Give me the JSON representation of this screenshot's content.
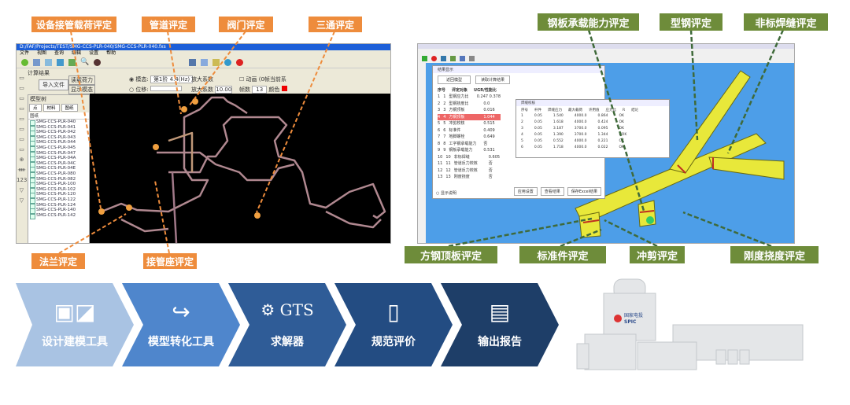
{
  "callouts_left": {
    "top": [
      "设备接管载荷评定",
      "管道评定",
      "阀门评定",
      "三通评定"
    ],
    "bottom": [
      "法兰评定",
      "接管座评定"
    ]
  },
  "callouts_right": {
    "top": [
      "钢板承载能力评定",
      "型钢评定",
      "非标焊缝评定"
    ],
    "bottom": [
      "方钢顶板评定",
      "标准件评定",
      "冲剪评定",
      "刚度挠度评定"
    ]
  },
  "left_app": {
    "title": "D:/FAF/Projects/TEST/SMG-CCS-PLR-040/SMG-CCS-PLR-040.fxs",
    "menu": [
      "文件",
      "视图",
      "查询",
      "编辑",
      "设置",
      "帮助"
    ],
    "panel_title": "计算结果",
    "import_btn": "导入文件",
    "btn_a": "读载荷力",
    "btn_b": "显示模态",
    "mode_label": "模态:",
    "mode_value": "第1阶 4.4(Hz)",
    "disp_label": "位移:",
    "scale_label": "放大系数",
    "scale_value": "10.00",
    "anim_label": "动画 (0帧当前系",
    "frames_label": "帧数",
    "frames_value": "13",
    "color_label": "颜色",
    "tree_title": "模型树",
    "tree_tabs": [
      "点",
      "材料",
      "图纸"
    ],
    "tree_header": "图纸",
    "drawings": [
      "SMG-CCS-PLR-040",
      "SMG-CCS-PLR-041",
      "SMG-CCS-PLR-042",
      "SMG-CCS-PLR-043",
      "SMG-CCS-PLR-044",
      "SMG-CCS-PLR-045",
      "SMG-CCS-PLR-047",
      "SMG-CCS-PLR-04A",
      "SMG-CCS-PLR-04C",
      "SMG-CCS-PLR-04E",
      "SMG-CCS-PLR-080",
      "SMG-CCS-PLR-082",
      "SMG-CCS-PLR-100",
      "SMG-CCS-PLR-102",
      "SMG-CCS-PLR-120",
      "SMG-CCS-PLR-122",
      "SMG-CCS-PLR-124",
      "SMG-CCS-PLR-140",
      "SMG-CCS-PLR-142"
    ],
    "side_num": "123"
  },
  "right_app": {
    "dialog_title": "结果显示",
    "dialog_btn1": "返回模型",
    "dialog_btn2": "读取计算结果",
    "table_header": [
      "序号",
      "评定对象",
      "UGR/性能比"
    ],
    "rows": [
      [
        "1",
        "1",
        "型钢应力比",
        "0.247 0.378"
      ],
      [
        "2",
        "2",
        "型钢挠度比",
        "0.0"
      ],
      [
        "3",
        "3",
        "方钢顶板",
        "0.016"
      ],
      [
        "4",
        "4",
        "方钢顶板",
        "1.044"
      ],
      [
        "5",
        "5",
        "冲剪校核",
        "0.515"
      ],
      [
        "6",
        "6",
        "标准件",
        "0.409"
      ],
      [
        "7",
        "7",
        "地脚螺栓",
        "0.649"
      ],
      [
        "8",
        "8",
        "工字钢承载能力",
        "否"
      ],
      [
        "9",
        "9",
        "钢板承载能力",
        "0.531"
      ],
      [
        "10",
        "10",
        "非标焊缝",
        "0.605"
      ],
      [
        "11",
        "11",
        "管道反力校核",
        "否"
      ],
      [
        "12",
        "12",
        "管道反力校核",
        "否"
      ],
      [
        "13",
        "13",
        "刚度挠度",
        "否"
      ]
    ],
    "sub_title": "焊缝校核",
    "sub_header": [
      "序号",
      "杆件",
      "焊缝应力",
      "最大载荷",
      "许用值",
      "应力比",
      "R",
      "结论"
    ],
    "sub_rows": [
      [
        "1",
        "0.05",
        "1.540",
        "4000.0",
        "0.864",
        "OK"
      ],
      [
        "2",
        "0.05",
        "1.618",
        "4000.0",
        "0.424",
        "OK"
      ],
      [
        "3",
        "0.05",
        "3.187",
        "3700.0",
        "0.095",
        "OK"
      ],
      [
        "4",
        "0.05",
        "1.390",
        "3700.0",
        "1.344",
        "NOK"
      ],
      [
        "5",
        "0.05",
        "0.552",
        "4000.0",
        "0.221",
        "OK"
      ],
      [
        "6",
        "0.05",
        "1.718",
        "4000.0",
        "0.022",
        "OK"
      ]
    ],
    "bottom_btns": [
      "应用设置",
      "查看结果",
      "保存Excel结果"
    ],
    "checkbox": "显示说明"
  },
  "workflow": {
    "steps": [
      "设计建模工具",
      "模型转化工具",
      "求解器",
      "规范评价",
      "输出报告"
    ],
    "gts": "GTS"
  },
  "plant": {
    "logo_cn": "国家电投",
    "logo_en": "SPIC"
  },
  "colors": {
    "orange": "#ee8c3c",
    "green": "#6e8c3a",
    "steps": [
      "#a9c3e3",
      "#4f86cc",
      "#2f5c97",
      "#234c82",
      "#1e3e68"
    ]
  }
}
